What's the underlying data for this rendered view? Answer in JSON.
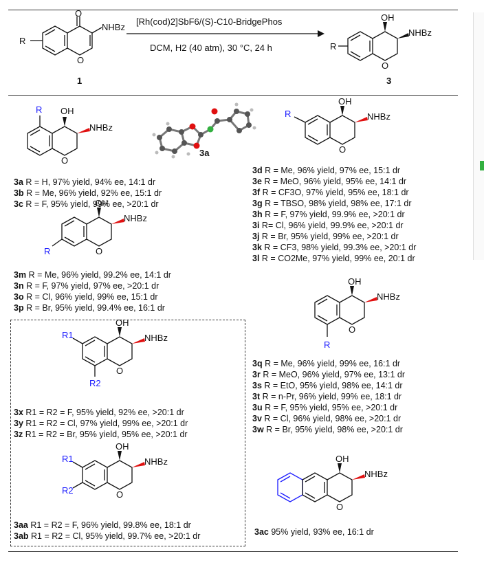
{
  "scheme": {
    "reactant_label": "1",
    "product_label": "3",
    "catalyst": "[Rh(cod)2]SbF6/(S)-C10-BridgePhos",
    "conditions": "DCM, H2 (40 atm), 30 °C, 24 h",
    "substituent": "R",
    "group": "NHBz",
    "oh": "OH",
    "o": "O"
  },
  "crystal_label": "3a",
  "groups": [
    {
      "id": "5-sub",
      "rows": [
        {
          "code": "3a",
          "text": "R = H, 97% yield, 94% ee, 14:1 dr"
        },
        {
          "code": "3b",
          "text": "R = Me, 96% yield, 92% ee, 15:1 dr"
        },
        {
          "code": "3c",
          "text": "R = F,  95% yield, 99% ee, >20:1 dr"
        }
      ]
    },
    {
      "id": "6-sub",
      "rows": [
        {
          "code": "3d",
          "text": "R = Me, 96% yield,  97% ee,  15:1 dr"
        },
        {
          "code": "3e",
          "text": "R = MeO, 96% yield, 95% ee, 14:1 dr"
        },
        {
          "code": "3f",
          "text": "R = CF3O, 97% yield, 95% ee, 18:1 dr"
        },
        {
          "code": "3g",
          "text": "R = TBSO, 98% yield, 98% ee, 17:1 dr"
        },
        {
          "code": "3h",
          "text": "R = F, 97% yield, 99.9% ee, >20:1 dr"
        },
        {
          "code": "3i",
          "text": "R= Cl, 96% yield, 99.9% ee, >20:1 dr"
        },
        {
          "code": "3j",
          "text": "R = Br, 95% yield, 99% ee, >20:1 dr"
        },
        {
          "code": "3k",
          "text": "R = CF3, 98% yield, 99.3% ee, >20:1 dr"
        },
        {
          "code": "3l",
          "text": "R = CO2Me, 97% yield, 99% ee, 20:1 dr"
        }
      ]
    },
    {
      "id": "7-sub",
      "rows": [
        {
          "code": "3m",
          "text": "R = Me, 96% yield, 99.2% ee, 14:1 dr"
        },
        {
          "code": "3n",
          "text": "R = F, 97% yield, 97% ee, >20:1 dr"
        },
        {
          "code": "3o",
          "text": "R = Cl, 96% yield, 99% ee, 15:1 dr"
        },
        {
          "code": "3p",
          "text": "R = Br, 95% yield, 99.4% ee, 16:1 dr"
        }
      ]
    },
    {
      "id": "8-sub",
      "rows": [
        {
          "code": "3q",
          "text": "R = Me, 96% yield, 99% ee, 16:1 dr"
        },
        {
          "code": "3r",
          "text": "R = MeO, 96% yield, 97% ee, 13:1 dr"
        },
        {
          "code": "3s",
          "text": "R = EtO, 95% yield, 98% ee, 14:1 dr"
        },
        {
          "code": "3t",
          "text": "R = n-Pr, 96% yield, 99% ee, 18:1 dr"
        },
        {
          "code": "3u",
          "text": "R = F, 95% yield, 95% ee, >20:1 dr"
        },
        {
          "code": "3v",
          "text": "R = Cl, 96% yield, 98% ee, >20:1 dr"
        },
        {
          "code": "3w",
          "text": "R = Br, 95% yield, 98% ee, >20:1 dr"
        }
      ]
    },
    {
      "id": "6,8-disub",
      "rows": [
        {
          "code": "3x",
          "text": "R1 = R2 = F, 95% yield, 92% ee, >20:1 dr"
        },
        {
          "code": "3y",
          "text": "R1 = R2 = Cl, 97% yield, 99% ee, >20:1 dr"
        },
        {
          "code": "3z",
          "text": "R1 = R2 = Br, 95% yield, 95% ee, >20:1 dr"
        }
      ]
    },
    {
      "id": "6,7-disub",
      "rows": [
        {
          "code": "3aa",
          "text": "R1 = R2 = F, 96% yield, 99.8% ee,  18:1 dr"
        },
        {
          "code": "3ab",
          "text": "R1 = R2 = Cl, 95% yield, 99.7% ee, >20:1 dr"
        }
      ]
    },
    {
      "id": "naphtho",
      "rows": [
        {
          "code": "3ac",
          "text": "95% yield, 93% ee, 16:1 dr"
        }
      ]
    }
  ],
  "sub_labels": {
    "r1": "R1",
    "r2": "R2",
    "r": "R"
  },
  "colors": {
    "blue": "#1a1aff",
    "red": "#e01010",
    "green": "#33b040"
  }
}
